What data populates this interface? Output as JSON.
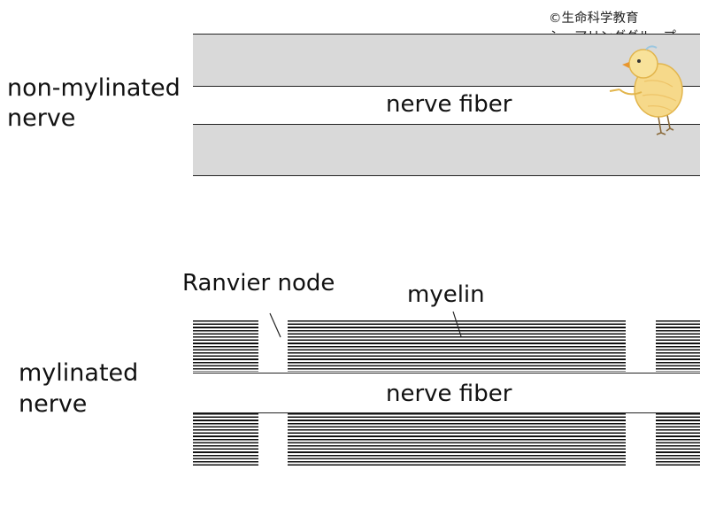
{
  "copyright": {
    "line1": "©生命科学教育",
    "line2": "シェアリンググループ"
  },
  "top_diagram": {
    "label_line1": "non-mylinated",
    "label_line2": "nerve",
    "fiber_label": "nerve fiber"
  },
  "bottom_diagram": {
    "label_line1": "mylinated",
    "label_line2": "nerve",
    "fiber_label": "nerve fiber",
    "node_label": "Ranvier node",
    "myelin_label": "myelin"
  },
  "colors": {
    "band_gray": "#d9d9d9",
    "line": "#222222",
    "chick_body": "#f6d98a"
  },
  "icons": {
    "mascot": "chick-mascot-icon"
  }
}
